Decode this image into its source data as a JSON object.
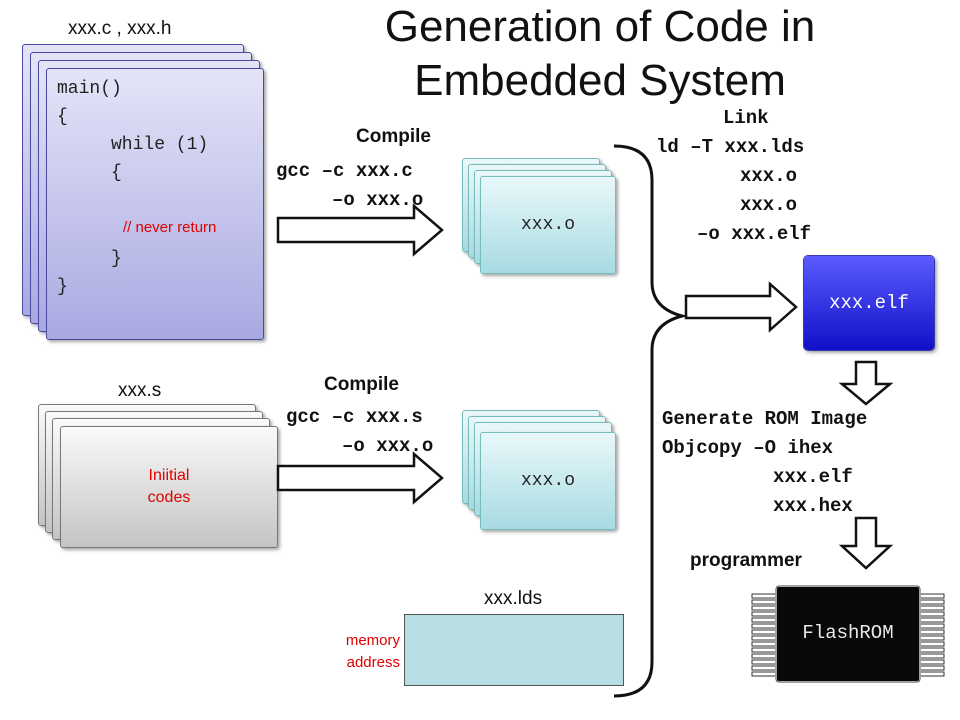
{
  "title_line1": "Generation of Code in",
  "title_line2": "Embedded System",
  "source_files_label": "xxx.c , xxx.h",
  "c_code": {
    "line1": "main()",
    "line2": "{",
    "line3": "while (1)",
    "line4": "{",
    "comment": "// never return",
    "line6": "}",
    "line7": "}"
  },
  "asm_file_label": "xxx.s",
  "asm_card_text": "Iniitial\ncodes",
  "compile1": {
    "heading": "Compile",
    "cmd_line1": "gcc –c xxx.c",
    "cmd_line2": "–o xxx.o"
  },
  "compile2": {
    "heading": "Compile",
    "cmd_line1": "gcc –c xxx.s",
    "cmd_line2": "–o xxx.o"
  },
  "object_file_1": "xxx.o",
  "object_file_2": "xxx.o",
  "link": {
    "heading": "Link",
    "line1": "ld –T xxx.lds",
    "line2": "xxx.o",
    "line3": "xxx.o",
    "line4": "–o xxx.elf"
  },
  "elf_file": "xxx.elf",
  "rom": {
    "line1": "Generate ROM Image",
    "line2": "Objcopy –O ihex",
    "line3": "xxx.elf",
    "line4": "xxx.hex"
  },
  "programmer_label": "programmer",
  "flashrom_label": "FlashROM",
  "lds_label": "xxx.lds",
  "memory_address_label": "memory\naddress",
  "colors": {
    "source_card": "#a9a9e2",
    "asm_card": "#c4c4c4",
    "object_card": "#a7dbe2",
    "elf_card": "#1010c8",
    "lds_box": "#b7dfe3",
    "highlight_text": "#e00000"
  }
}
